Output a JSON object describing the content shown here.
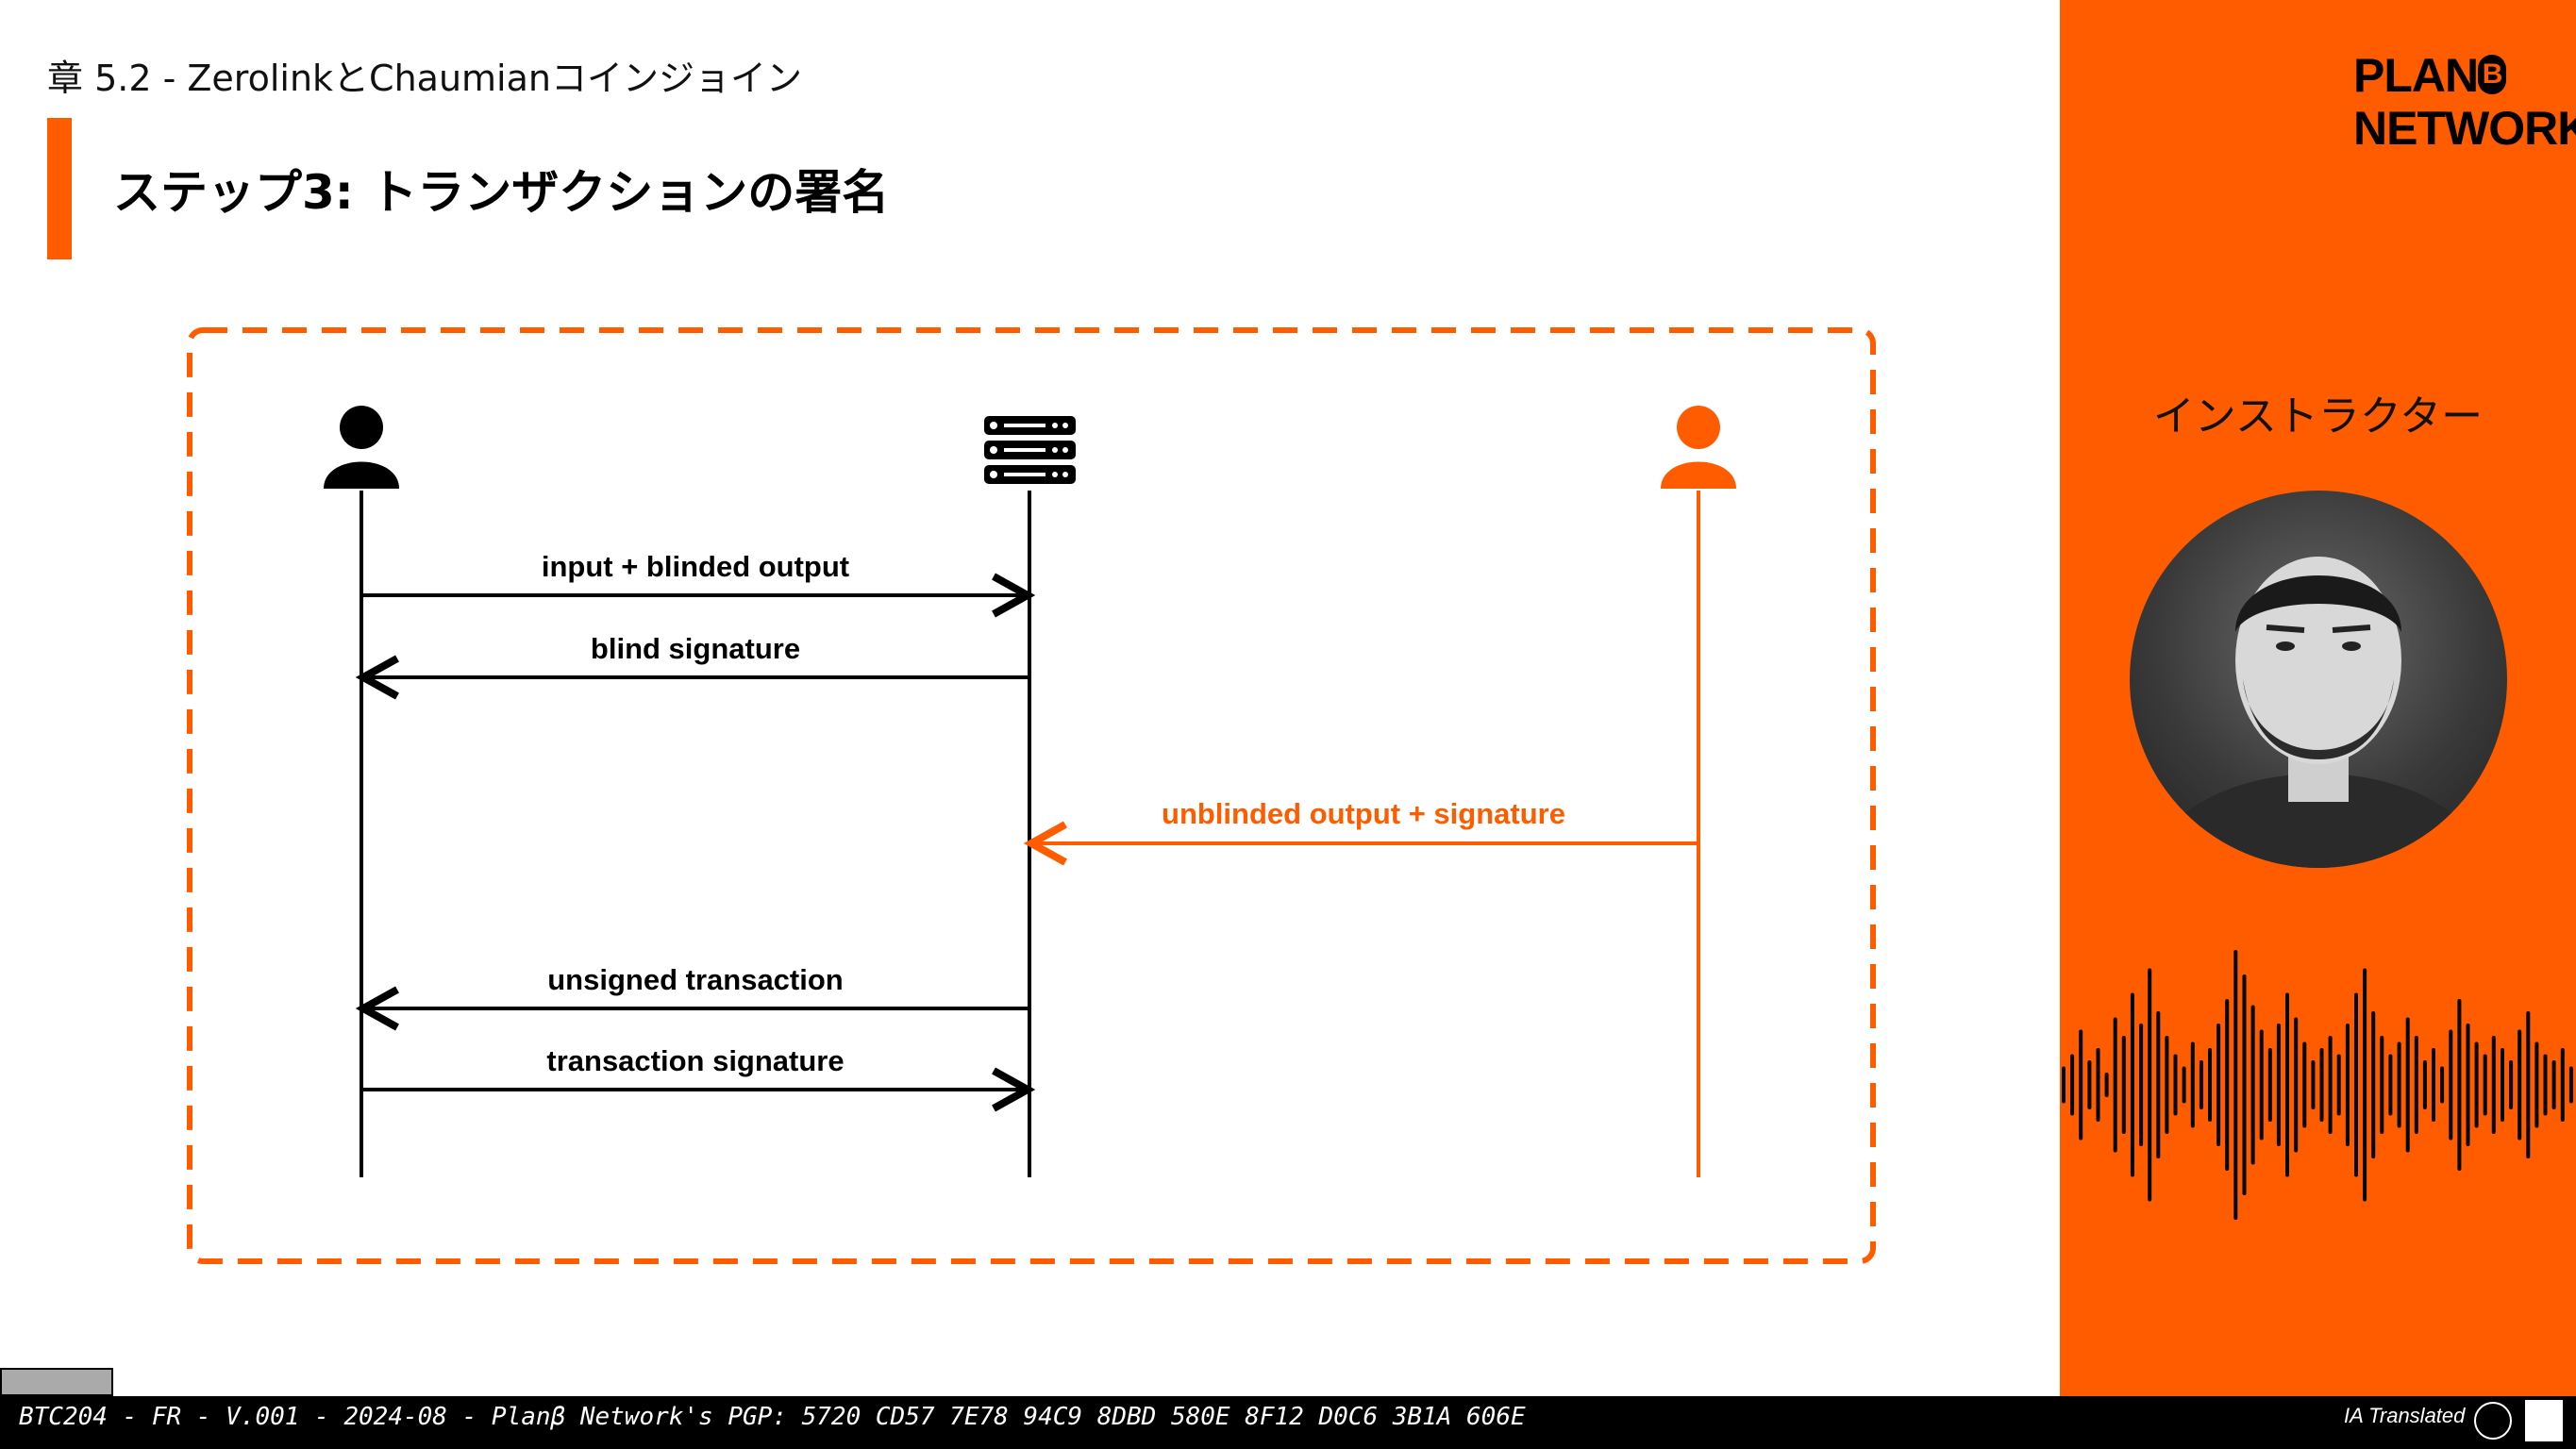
{
  "header": {
    "chapter": "章 5.2 - ZerolinkとChaumianコインジョイン",
    "title": "ステップ3: トランザクションの署名"
  },
  "diagram": {
    "type": "sequence",
    "participants": [
      {
        "id": "user",
        "icon": "user-icon",
        "color": "#000000"
      },
      {
        "id": "coordinator",
        "icon": "server-icon",
        "color": "#000000"
      },
      {
        "id": "user-new-identity",
        "icon": "user-icon",
        "color": "#ff5c00"
      }
    ],
    "messages": [
      {
        "from": "user",
        "to": "coordinator",
        "label": "input + blinded output",
        "color": "#000000"
      },
      {
        "from": "coordinator",
        "to": "user",
        "label": "blind signature",
        "color": "#000000"
      },
      {
        "from": "user-new-identity",
        "to": "coordinator",
        "label": "unblinded output + signature",
        "color": "#ff5c00"
      },
      {
        "from": "coordinator",
        "to": "user",
        "label": "unsigned transaction",
        "color": "#000000"
      },
      {
        "from": "user",
        "to": "coordinator",
        "label": "transaction signature",
        "color": "#000000"
      }
    ],
    "frame_color": "#ff5c00"
  },
  "sidebar": {
    "logo_line1": "PLAN",
    "logo_b": "B",
    "logo_line2": "NETWORK",
    "instructor_label": "インストラクター",
    "avatar_icon": "instructor-portrait",
    "waveform_icon": "audio-waveform-icon",
    "background_color": "#ff5c00"
  },
  "footer": {
    "text": "BTC204 - FR - V.001 - 2024-08 - Planβ Network's PGP: 5720 CD57 7E78 94C9 8DBD 580E 8F12 D0C6 3B1A 606E",
    "ia_translated": "IA Translated",
    "license_icon": "cc-by-sa-icon",
    "ai_icon": "openai-icon",
    "lab_icon": "lab-logo-icon"
  }
}
